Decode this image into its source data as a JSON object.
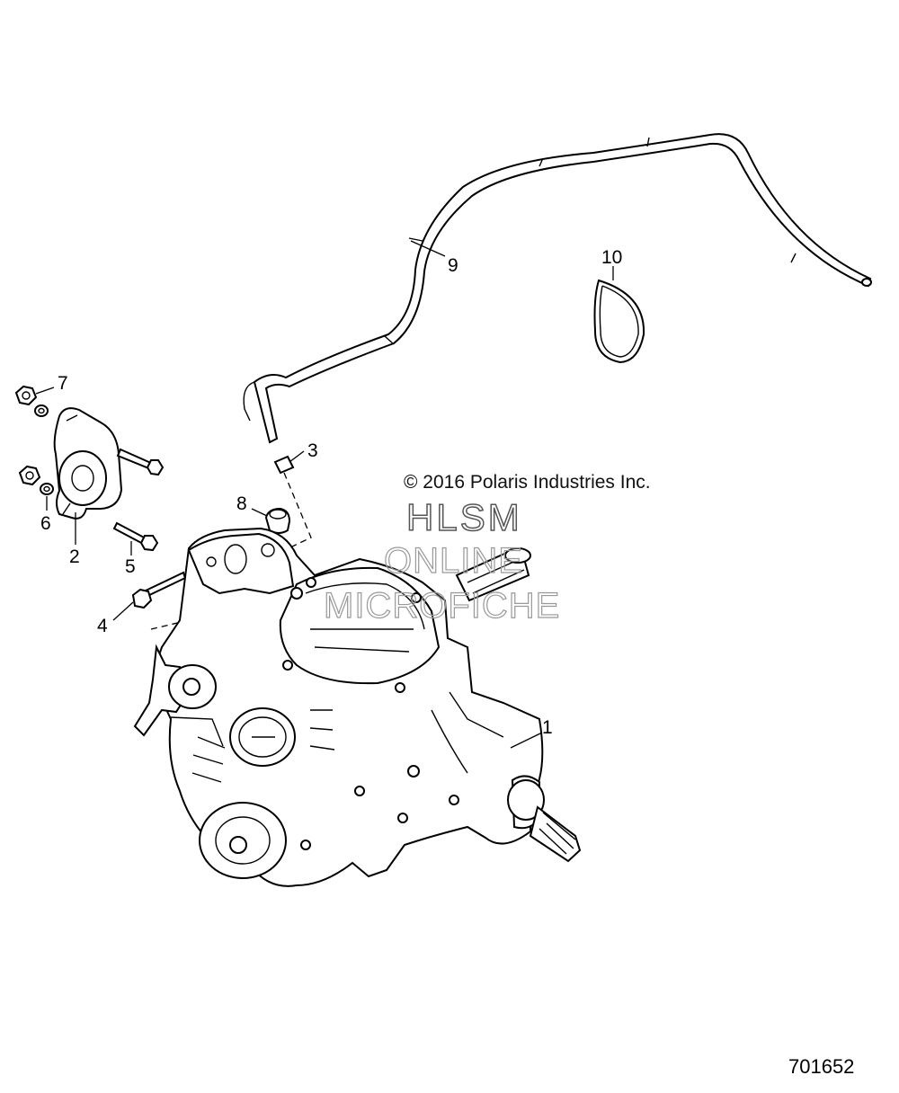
{
  "copyright": "© 2016 Polaris Industries Inc.",
  "watermark": {
    "line1": "HLSM",
    "line2": "ONLINE",
    "line3": "MICROFICHE"
  },
  "diagram_id": "701652",
  "callouts": {
    "c1": "1",
    "c2": "2",
    "c3": "3",
    "c4": "4",
    "c5": "5",
    "c6": "6",
    "c7": "7",
    "c8": "8",
    "c9": "9",
    "c10": "10"
  }
}
